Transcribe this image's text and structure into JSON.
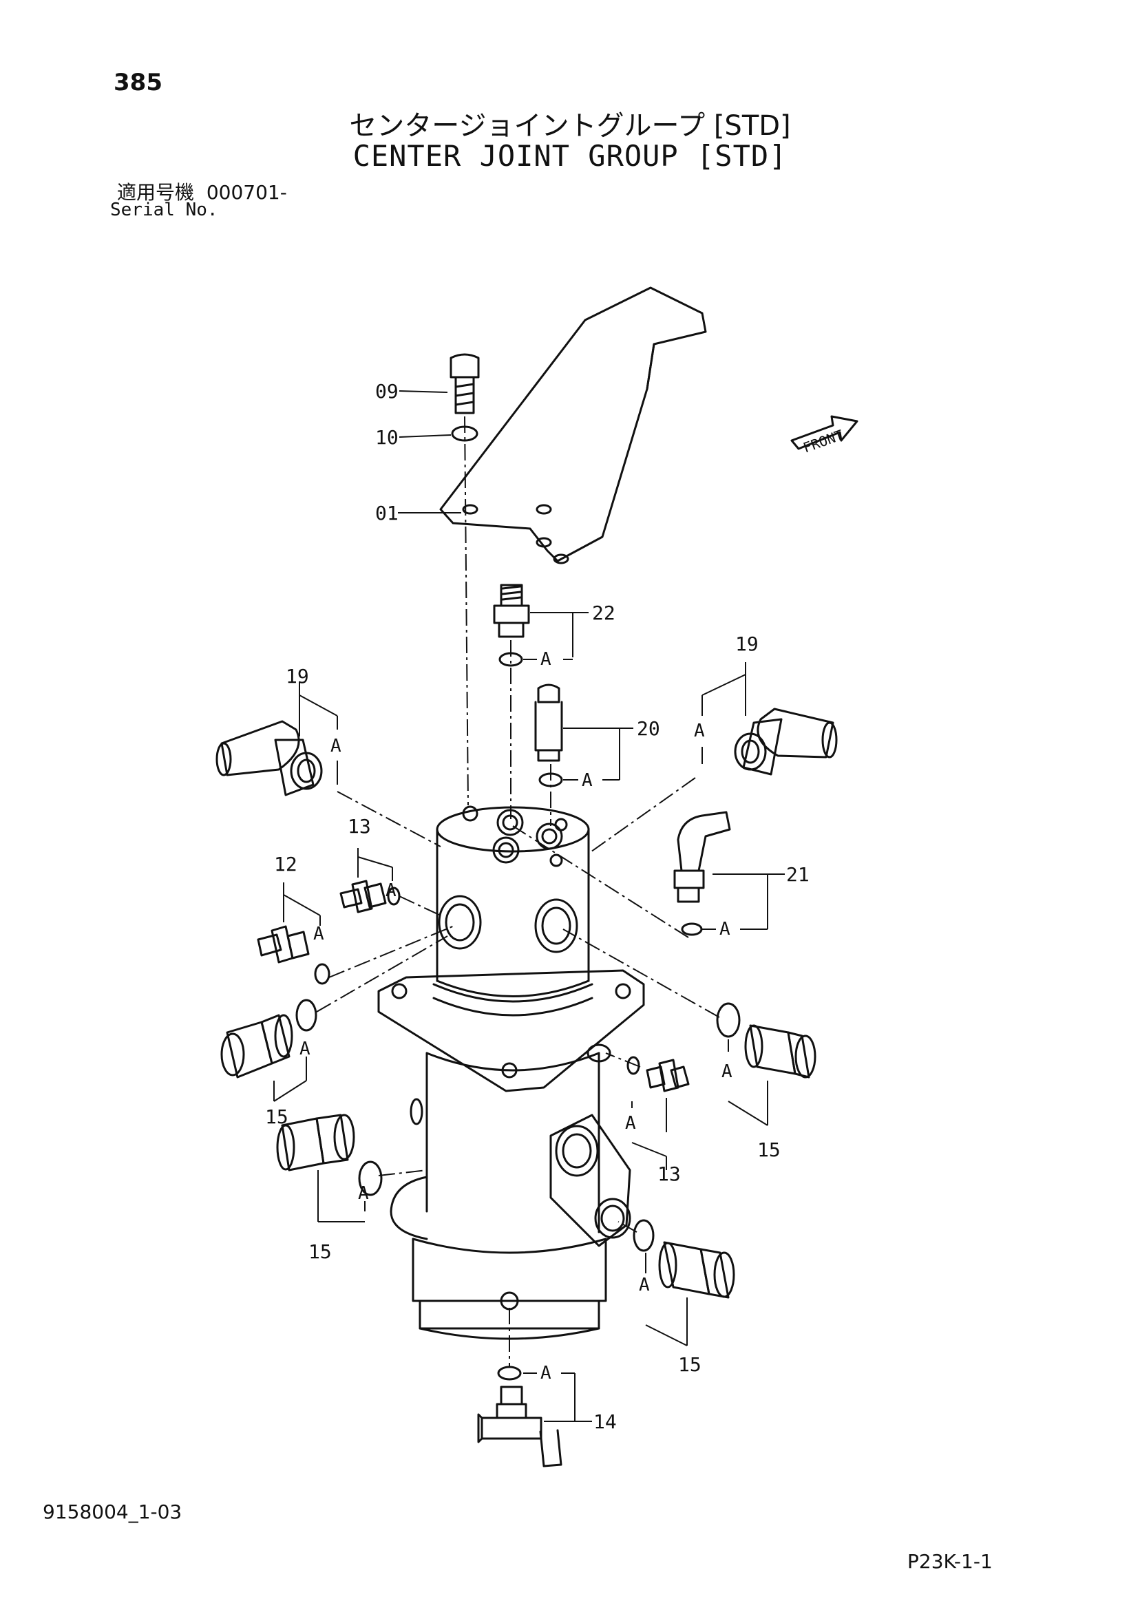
{
  "header": {
    "page_number": "385",
    "title_jp": "センタージョイントグループ [STD]",
    "title_en": "CENTER JOINT GROUP [STD]",
    "serial_label_jp": "適用号機",
    "serial_value": "000701-",
    "serial_label_en": "Serial No."
  },
  "diagram": {
    "front_label": "FRONT",
    "callouts": {
      "c09": "09",
      "c10": "10",
      "c01": "01",
      "c22": "22",
      "c20": "20",
      "c19_left": "19",
      "c19_right": "19",
      "c21": "21",
      "c13_left": "13",
      "c13_right": "13",
      "c12": "12",
      "c15_left_upper": "15",
      "c15_left_lower": "15",
      "c15_right_upper": "15",
      "c15_right_lower": "15",
      "c14": "14"
    },
    "ring_mark": "A"
  },
  "footer": {
    "document_code": "9158004_1-03",
    "page_code": "P23K-1-1"
  }
}
